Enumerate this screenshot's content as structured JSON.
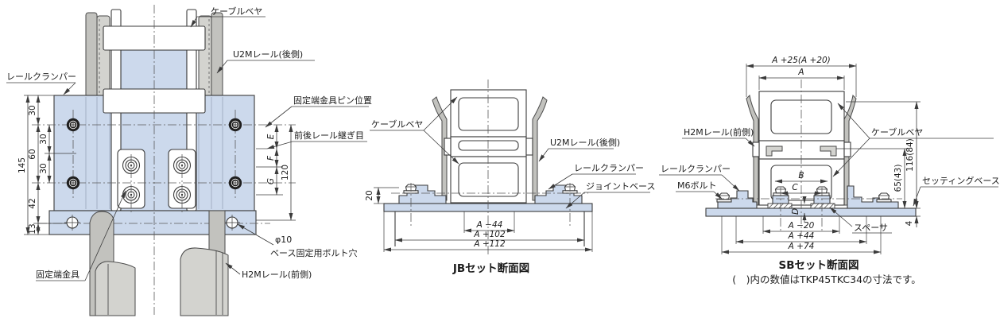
{
  "colors": {
    "accent_fill": "#ccd9ec",
    "rail_gray": "#c2c2be",
    "rail_gray_light": "#d3d3cf",
    "line": "#3b3b3b"
  },
  "left_view": {
    "labels": {
      "rail_clamper": "レールクランパー",
      "cable_carrier": "ケーブルベヤ",
      "u2m_rail": "U2Mレール(後側)",
      "pin_position": "固定端金具ピン位置",
      "rail_joint": "前後レール継ぎ目",
      "fixed_end": "固定端金具",
      "hole_dia": "φ10",
      "base_bolt_hole": "ベース固定用ボルト穴",
      "h2m_rail": "H2Mレール(前側)"
    },
    "dims": {
      "overall": "145",
      "seg30": "30",
      "seg60": "60",
      "sub30a": "30",
      "sub30b": "30",
      "seg42": "42",
      "seg13": "13",
      "e": "E",
      "f": "F",
      "g": "G",
      "span120": "120"
    }
  },
  "jb": {
    "title": "JBセット断面図",
    "labels": {
      "cable_carrier": "ケーブルベヤ",
      "u2m_rail": "U2Mレール(後側)",
      "rail_clamper": "レールクランパー",
      "joint_base": "ジョイントベース"
    },
    "dims": {
      "clamp_h": "20",
      "inner": "A −44",
      "mid": "A +102",
      "outer": "A +112"
    }
  },
  "sb": {
    "title": "SBセット断面図",
    "note": "(　)内の数値はTKP45TKC34の寸法です。",
    "labels": {
      "h2m_rail": "H2Mレール(前側)",
      "cable_carrier": "ケーブルベヤ",
      "rail_clamper": "レールクランパー",
      "m6_bolt": "M6ボルト",
      "spacer": "スペーサ",
      "setting_base": "セッティングベース"
    },
    "dims": {
      "top_outer": "A +25(A +20)",
      "top_a": "A",
      "b": "B",
      "c": "C",
      "d": "D",
      "bot_inner": "A −20",
      "bot_mid": "A +44",
      "bot_outer": "A +74",
      "h_total": "116(84)",
      "h_rail": "65(43)",
      "thickness": "4"
    }
  }
}
